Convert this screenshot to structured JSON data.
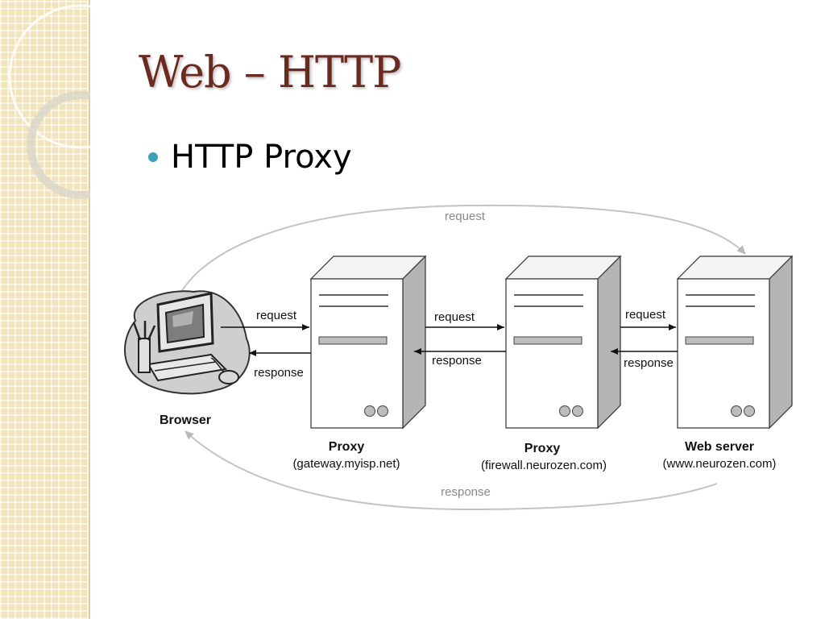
{
  "slide": {
    "title": "Web – HTTP",
    "bullet": "HTTP Proxy"
  },
  "diagram": {
    "outer_request": "request",
    "outer_response": "response",
    "browser": {
      "label": "Browser",
      "icon": "desktop-computer-icon"
    },
    "nodes": [
      {
        "name": "Proxy",
        "host": "(gateway.myisp.net)"
      },
      {
        "name": "Proxy",
        "host": "(firewall.neurozen.com)"
      },
      {
        "name": "Web server",
        "host": "(www.neurozen.com)"
      }
    ],
    "links": [
      {
        "request": "request",
        "response": "response"
      },
      {
        "request": "request",
        "response": "response"
      },
      {
        "request": "request",
        "response": "response"
      }
    ]
  }
}
